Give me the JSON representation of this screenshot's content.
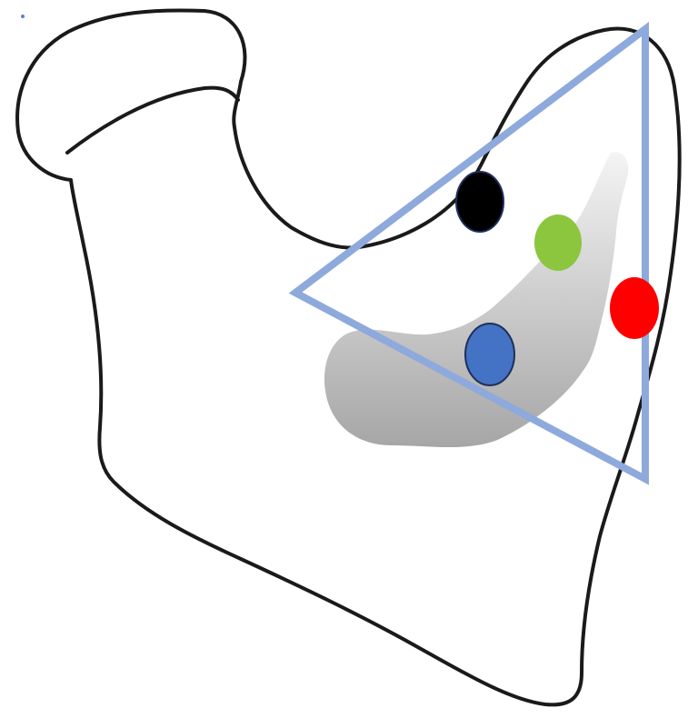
{
  "diagram": {
    "background_color": "#ffffff",
    "outline_color": "#1a1a1a",
    "triangle_color": "#8ea9db",
    "shaded_region_colors": [
      "#f4f4f4",
      "#a6a6a6"
    ],
    "markers": [
      {
        "name": "black-marker",
        "color": "#000000"
      },
      {
        "name": "green-marker",
        "color": "#8cc63f"
      },
      {
        "name": "red-marker",
        "color": "#ff0000"
      },
      {
        "name": "blue-marker",
        "color": "#4472c4"
      }
    ],
    "dot_color": "#5b7fd6"
  }
}
